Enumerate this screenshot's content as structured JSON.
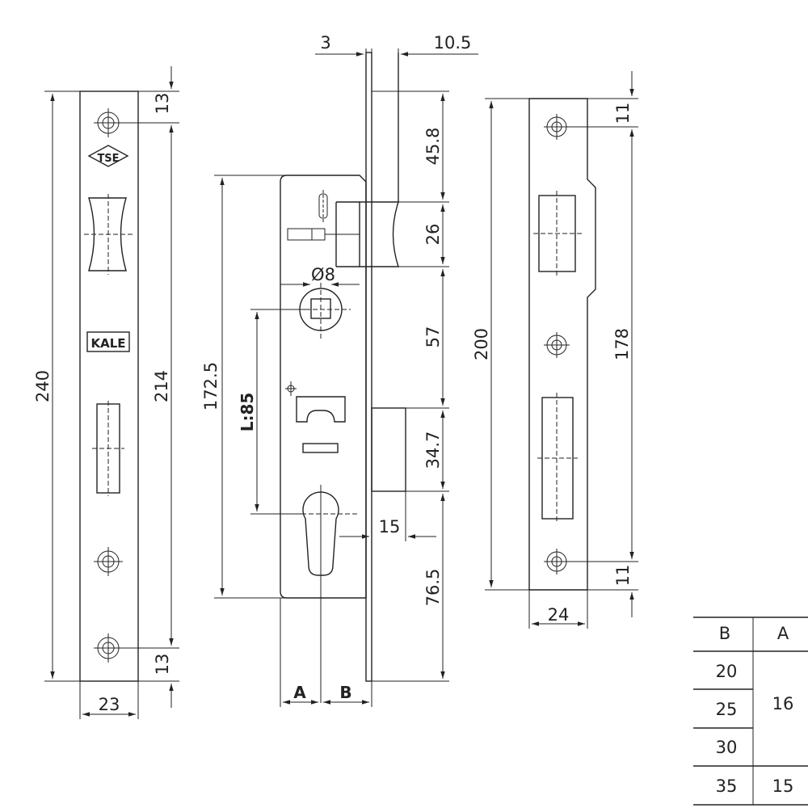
{
  "dimensions": {
    "faceplate_height": "240",
    "faceplate_top_hole": "13",
    "faceplate_hole_span": "214",
    "faceplate_bottom_hole": "13",
    "faceplate_width": "23",
    "body_thickness": "3",
    "bolt_projection": "10.5",
    "top_to_latch": "45.8",
    "latch_height": "26",
    "latch_to_deadbolt": "57",
    "deadbolt_height": "34.7",
    "bottom_dim": "76.5",
    "body_height": "172.5",
    "follower_dia": "Ø8",
    "center_distance": "L:85",
    "cylinder_offset": "15",
    "dim_A": "A",
    "dim_B": "B",
    "strike_height": "200",
    "strike_top_hole": "11",
    "strike_hole_span": "178",
    "strike_bottom_hole": "11",
    "strike_width": "24"
  },
  "logos": {
    "tse": "TSE",
    "kale": "KALE"
  },
  "table": {
    "headers": [
      "B",
      "A"
    ],
    "rows": [
      {
        "B": "20",
        "A": ""
      },
      {
        "B": "25",
        "A": "16"
      },
      {
        "B": "30",
        "A": ""
      },
      {
        "B": "35",
        "A": "15"
      }
    ]
  }
}
